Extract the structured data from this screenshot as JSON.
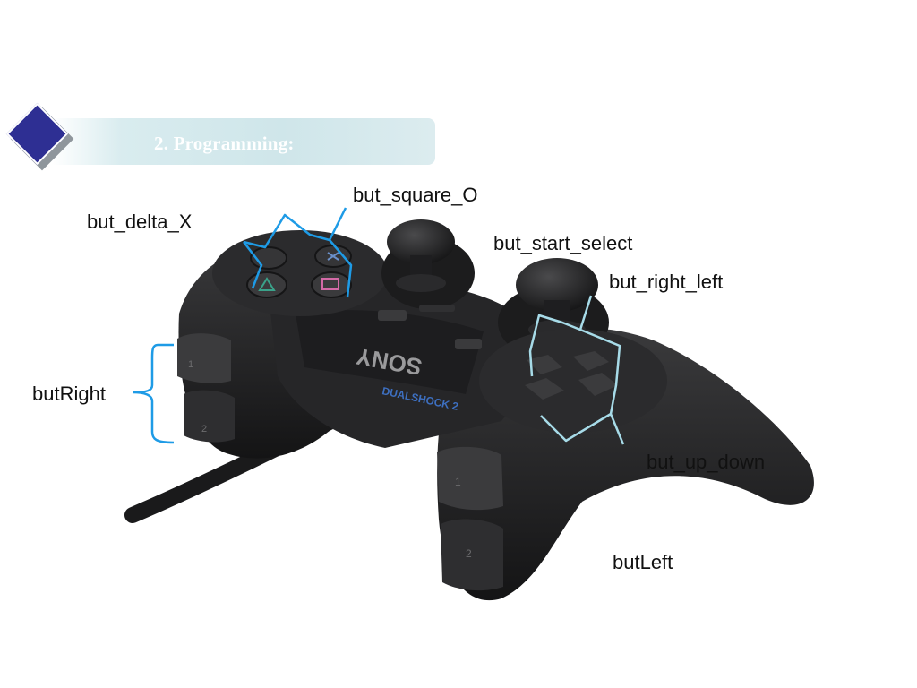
{
  "slide": {
    "title": "2. Programming:",
    "accent_color": "#2e2f93",
    "callout_color": "#1e9be6",
    "callout_color_light": "#a7dbe8"
  },
  "controller": {
    "brand_text": "SONY",
    "model_text": "DUALSHOCK 2",
    "shoulder_left_1": "1",
    "shoulder_left_2": "2",
    "shoulder_right_1": "1",
    "shoulder_right_2": "2"
  },
  "labels": {
    "square_o": "but_square_O",
    "delta_x": "but_delta_X",
    "start_select": "but_start_select",
    "right_left": "but_right_left",
    "up_down": "but_up_down",
    "but_right": "butRight",
    "but_left": "butLeft"
  }
}
